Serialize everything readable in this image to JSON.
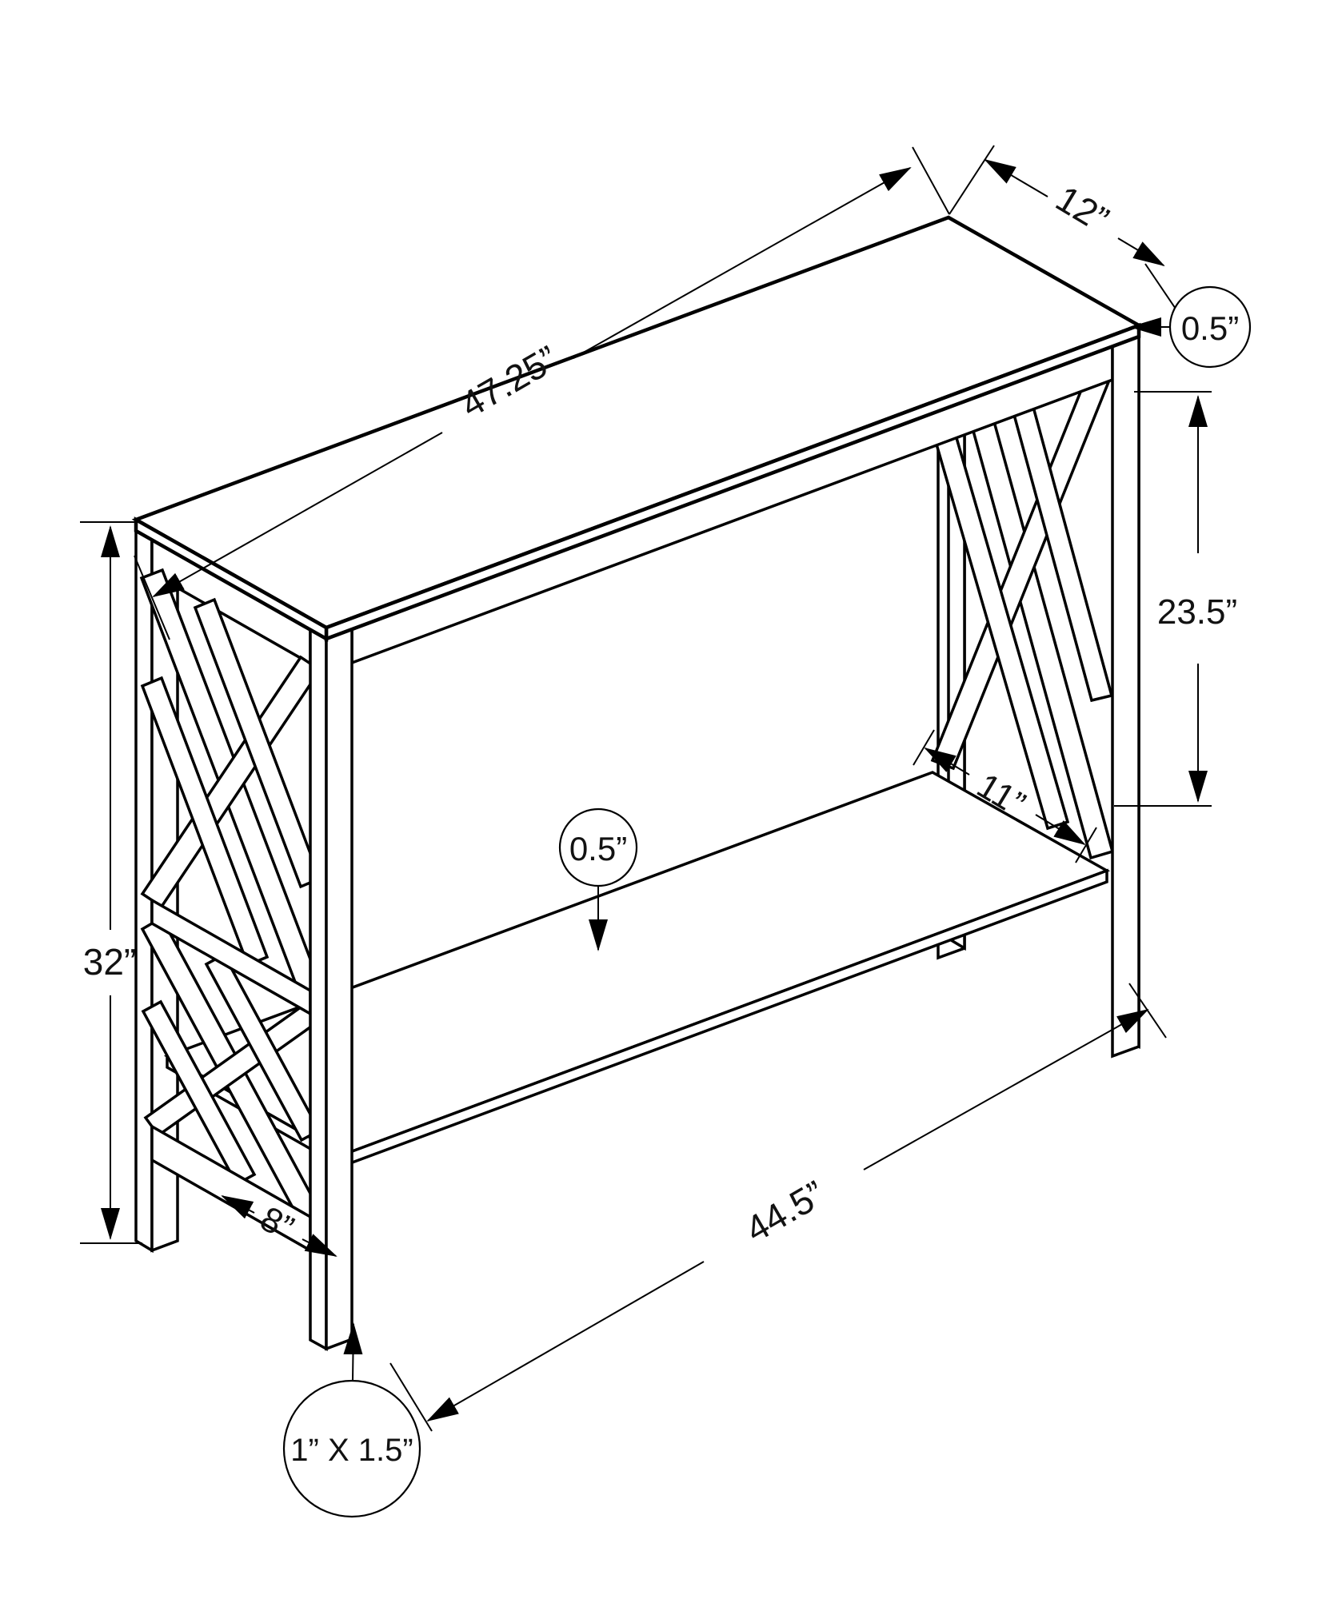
{
  "diagram": {
    "kind": "isometric dimension drawing",
    "subject": "2-tier hall console accent table with X-frame sides",
    "background_color": "#ffffff",
    "line_color": "#000000"
  },
  "dims": {
    "top_length": "47.25”",
    "top_depth": "12”",
    "top_thickness": "0.5”",
    "height_top_to_shelf": "23.5”",
    "overall_height": "32”",
    "shelf_depth": "11”",
    "shelf_thickness": "0.5”",
    "side_stretcher": "8”",
    "shelf_length": "44.5”",
    "leg_cross_section": "1” X 1.5”"
  }
}
